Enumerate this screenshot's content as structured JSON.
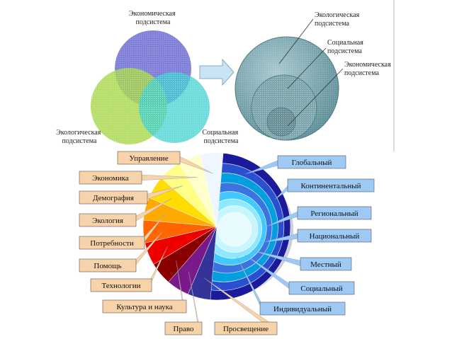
{
  "venn": {
    "economic": [
      "Экономическая",
      "подсистема"
    ],
    "ecological": [
      "Экологическая",
      "подсистема"
    ],
    "social": [
      "Социальная",
      "подсистема"
    ]
  },
  "nested": {
    "ecological": [
      "Экологическая",
      "подсистема"
    ],
    "social": [
      "Социальная",
      "подсистема"
    ],
    "economic": [
      "Экономическая",
      "подсистема"
    ]
  },
  "sectors": [
    {
      "label": "Управление",
      "color": "#eef6ff"
    },
    {
      "label": "Экономика",
      "color": "#ffffcc"
    },
    {
      "label": "Демография",
      "color": "#ffff88"
    },
    {
      "label": "Экология",
      "color": "#ffdd00"
    },
    {
      "label": "Потребности",
      "color": "#ffaa00"
    },
    {
      "label": "Помощь",
      "color": "#ff6600"
    },
    {
      "label": "Технологии",
      "color": "#ee0000"
    },
    {
      "label": "Культура и наука",
      "color": "#880000"
    },
    {
      "label": "Право",
      "color": "#7a1a8a"
    },
    {
      "label": "Просвещение",
      "color": "#333399"
    }
  ],
  "levels": [
    {
      "label": "Глобальный",
      "color": "#1a1a9a"
    },
    {
      "label": "Континентальный",
      "color": "#2a4fd0"
    },
    {
      "label": "Региональный",
      "color": "#00a0e0"
    },
    {
      "label": "Национальный",
      "color": "#3b74e0"
    },
    {
      "label": "Местный",
      "color": "#40c8ff"
    },
    {
      "label": "Социальный",
      "color": "#8fe8ff"
    },
    {
      "label": "Индивидуальный",
      "color": "#c8f6ff"
    }
  ]
}
